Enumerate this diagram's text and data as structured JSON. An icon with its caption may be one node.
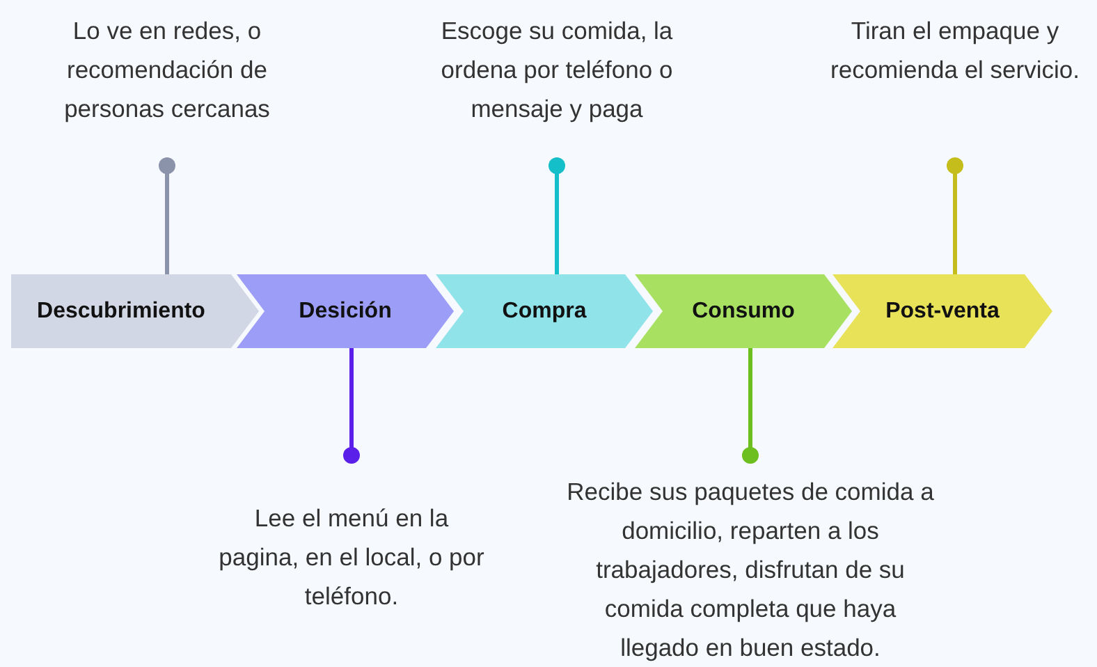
{
  "diagram": {
    "nodes": [
      {
        "text": [
          "Descubrimiento"
        ]
      },
      {
        "text": [
          "Desición"
        ]
      },
      {
        "text": [
          "Compra"
        ]
      },
      {
        "text": [
          "Consumo"
        ]
      },
      {
        "text": [
          "Post-venta"
        ]
      },
      {
        "text": [
          "Lo ve en redes,  o recomendación de personas cercanas"
        ]
      },
      {
        "text": [
          "Escoge su comida, la ordena por teléfono o mensaje y paga"
        ]
      },
      {
        "text": [
          "Tiran el empaque y recomienda el servicio."
        ]
      },
      {
        "text": [
          "Lee el menú en la pagina, en el local, o por teléfono."
        ]
      },
      {
        "text": [
          "Recibe sus paquetes de comida a domicilio, reparten a los trabajadores, disfrutan de su comida completa que haya llegado en buen estado."
        ]
      }
    ],
    "edges": [
      {
        "from": 5,
        "to": 0,
        "arrow": "other",
        "color": "#8a93aa"
      },
      {
        "from": 8,
        "to": 1,
        "arrow": "other",
        "color": "#5a1fe8"
      },
      {
        "from": 6,
        "to": 2,
        "arrow": "other",
        "color": "#14bfc9"
      },
      {
        "from": 9,
        "to": 3,
        "arrow": "other",
        "color": "#6cbf1e"
      },
      {
        "from": 7,
        "to": 4,
        "arrow": "other",
        "color": "#c5bd1b"
      }
    ]
  }
}
